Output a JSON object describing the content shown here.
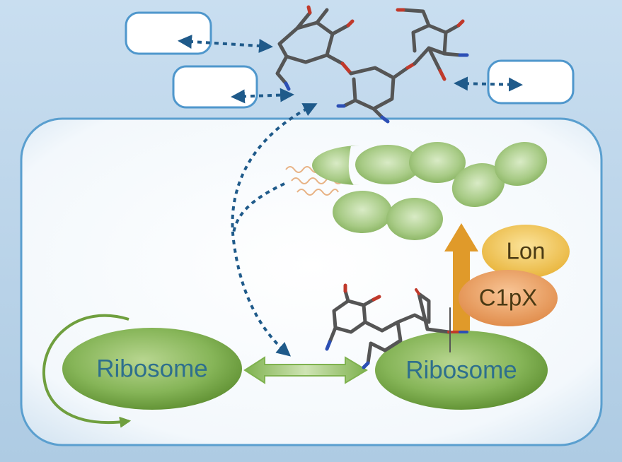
{
  "nodes": {
    "ribosome_left": "Ribosome",
    "ribosome_right": "Ribosome",
    "lon": "Lon",
    "clpx": "C1pX"
  },
  "colors": {
    "background": "#bcd6ea",
    "cell_fill": "#f4f9fd",
    "cell_border": "#5a9fcf",
    "ribosome_green": "#6f9f3e",
    "fragment_green": "#9fc47c",
    "arrow_blue": "#1f5a8a",
    "lon_yellow": "#eab83c",
    "clpx_orange": "#e08a46",
    "degradation_arrow": "#e09a2a"
  },
  "icons": {
    "receptor_boxes": "rounded-rectangle-icons",
    "drug_molecule": "aminoglycoside-molecule-icon",
    "recycle_arrow": "curved-arrow-icon"
  }
}
